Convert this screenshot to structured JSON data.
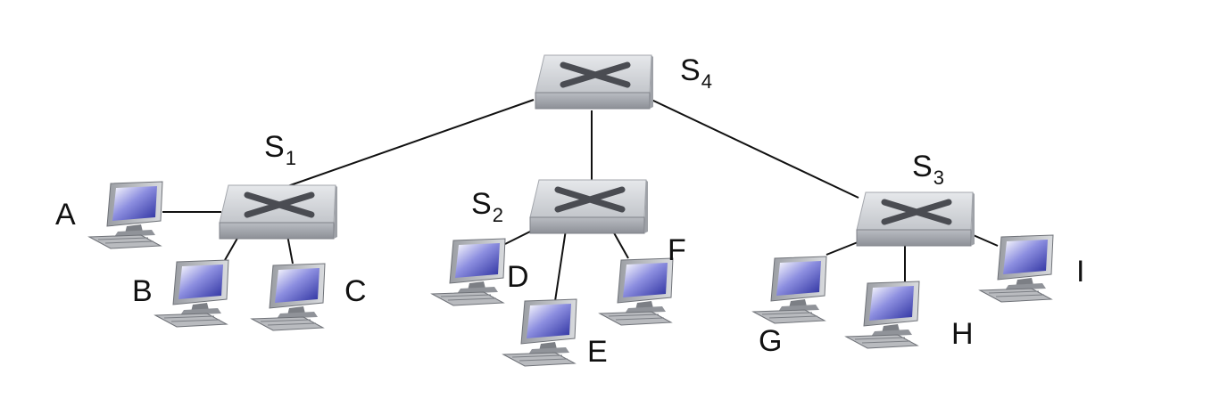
{
  "switches": [
    {
      "id": "S1",
      "name": "S",
      "sub": "1"
    },
    {
      "id": "S2",
      "name": "S",
      "sub": "2"
    },
    {
      "id": "S3",
      "name": "S",
      "sub": "3"
    },
    {
      "id": "S4",
      "name": "S",
      "sub": "4"
    }
  ],
  "hosts": [
    {
      "id": "A",
      "label": "A",
      "switch": "S1"
    },
    {
      "id": "B",
      "label": "B",
      "switch": "S1"
    },
    {
      "id": "C",
      "label": "C",
      "switch": "S1"
    },
    {
      "id": "D",
      "label": "D",
      "switch": "S2"
    },
    {
      "id": "E",
      "label": "E",
      "switch": "S2"
    },
    {
      "id": "F",
      "label": "F",
      "switch": "S2"
    },
    {
      "id": "G",
      "label": "G",
      "switch": "S3"
    },
    {
      "id": "H",
      "label": "H",
      "switch": "S3"
    },
    {
      "id": "I",
      "label": "I",
      "switch": "S3"
    }
  ],
  "links": [
    [
      "S4",
      "S1"
    ],
    [
      "S4",
      "S2"
    ],
    [
      "S4",
      "S3"
    ],
    [
      "S1",
      "A"
    ],
    [
      "S1",
      "B"
    ],
    [
      "S1",
      "C"
    ],
    [
      "S2",
      "D"
    ],
    [
      "S2",
      "E"
    ],
    [
      "S2",
      "F"
    ],
    [
      "S3",
      "G"
    ],
    [
      "S3",
      "H"
    ],
    [
      "S3",
      "I"
    ]
  ],
  "icons": {
    "switch": "network-switch-icon",
    "host": "desktop-computer-icon"
  },
  "colors": {
    "switch_body": "#d4d6da",
    "screen": "#3b3fb0",
    "line": "#111111"
  }
}
